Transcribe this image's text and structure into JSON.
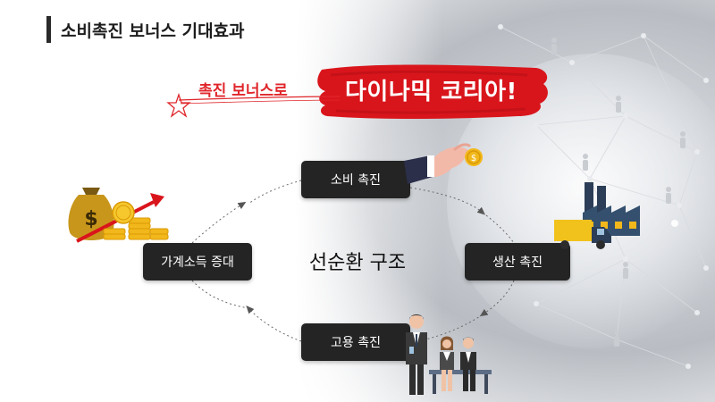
{
  "header": {
    "title": "소비촉진 보너스 기대효과"
  },
  "tagline": {
    "left": "촉진 보너스로",
    "right": "다이나믹 코리아!"
  },
  "diagram": {
    "center": "선순환 구조",
    "nodes": {
      "top": "소비 촉진",
      "right": "생산 촉진",
      "bottom": "고용 촉진",
      "left": "가계소득 증대"
    }
  },
  "colors": {
    "accent_red": "#e0262b",
    "node_bg": "#242424",
    "title_text": "#1c1c1c",
    "gold": "#f2b81b"
  },
  "icons": [
    "money-bag-icon",
    "coins-icon",
    "trend-arrow-icon",
    "hand-coin-icon",
    "factory-icon",
    "truck-icon",
    "people-icon",
    "globe-network-icon",
    "star-icon"
  ]
}
